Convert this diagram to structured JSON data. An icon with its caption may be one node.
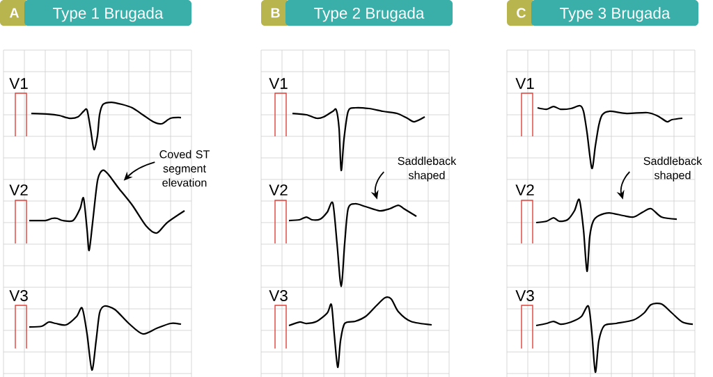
{
  "diagram": {
    "nodes": [
      {
        "text": [
          "A"
        ]
      },
      {
        "text": [
          "Type 1 Brugada"
        ]
      },
      {
        "text": [
          "B"
        ]
      },
      {
        "text": [
          "Type 2 Brugada"
        ]
      },
      {
        "text": [
          "C"
        ]
      },
      {
        "text": [
          "Type 3 Brugada"
        ]
      },
      {
        "text": [
          "Coved ST segment elevation"
        ]
      },
      {
        "text": [
          "Saddleback shaped"
        ]
      },
      {
        "text": [
          "Saddleback shaped"
        ]
      },
      {
        "text": [],
        "shape": "picture"
      },
      {
        "text": [],
        "shape": "picture"
      },
      {
        "text": [],
        "shape": "picture"
      },
      {
        "text": [],
        "shape": "picture"
      },
      {
        "text": [],
        "shape": "picture"
      },
      {
        "text": [],
        "shape": "picture"
      },
      {
        "text": [],
        "shape": "picture"
      },
      {
        "text": [],
        "shape": "picture"
      },
      {
        "text": [],
        "shape": "picture"
      }
    ],
    "edges": [
      {
        "from": 6,
        "to": 10,
        "arrow": "to"
      },
      {
        "from": 7,
        "to": 13,
        "arrow": "to"
      },
      {
        "from": 8,
        "to": 16,
        "arrow": "to"
      }
    ],
    "labels": [
      "V1",
      "V2",
      "V3",
      "V1",
      "V2",
      "V3",
      "V1",
      "V2",
      "V3"
    ]
  }
}
